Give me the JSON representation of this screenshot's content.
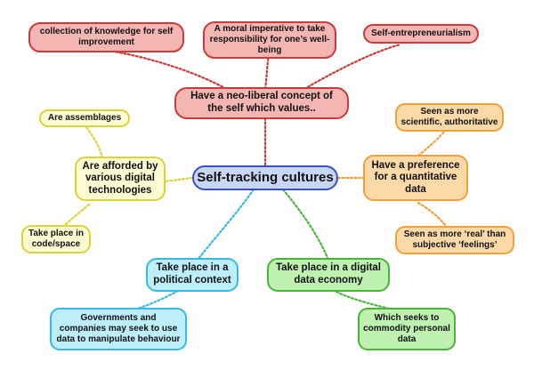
{
  "center": {
    "label": "Self-tracking cultures"
  },
  "branches": {
    "neoliberal": {
      "label": "Have a neo-liberal concept of the self which values..",
      "children": [
        "collection of knowledge for self improvement",
        "A moral imperative to take responsibility for one’s well-being",
        "Self-entrepreneurialism"
      ]
    },
    "digital_technologies": {
      "label": "Are afforded by various digital technologies",
      "children": [
        "Are assemblages",
        "Take place in code/space"
      ]
    },
    "quantitative": {
      "label": "Have a preference for a quantitative data",
      "children": [
        "Seen as more scientific, authoritative",
        "Seen as more ‘real’ than subjective ‘feelings’"
      ]
    },
    "political": {
      "label": "Take place in a political context",
      "children": [
        "Governments and companies may seek to use data to manipulate behaviour"
      ]
    },
    "economy": {
      "label": "Take place in a digital data economy",
      "children": [
        "Which seeks to commodity personal data"
      ]
    }
  },
  "colors": {
    "center": "#3a4fc6",
    "neoliberal": "#cc3b3b",
    "digital_technologies": "#dcd23a",
    "quantitative": "#f0a13a",
    "political": "#39b8e1",
    "economy": "#4ab53a"
  }
}
